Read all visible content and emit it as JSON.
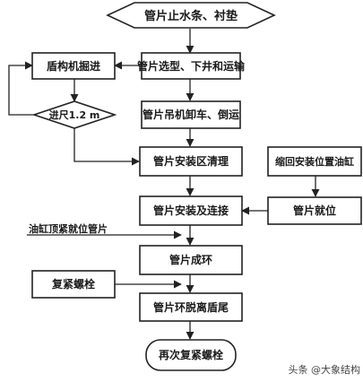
{
  "flowchart": {
    "start": "管片止水条、衬垫",
    "step_select": "管片选型、下井和运输",
    "shield_advance": "盾构机掘进",
    "decision": "进尺1.2 m",
    "crane": "管片吊机卸车、倒运",
    "clean": "管片安装区清理",
    "retract": "缩回安装位置油缸",
    "install": "管片安装及连接",
    "in_place": "管片就位",
    "cylinder_tight": "油缸顶紧就位管片",
    "ring": "管片成环",
    "retighten": "复紧螺栓",
    "leave_tail": "管片环脱离盾尾",
    "end": "再次复紧螺栓"
  },
  "watermark": "头条 @大象结构"
}
